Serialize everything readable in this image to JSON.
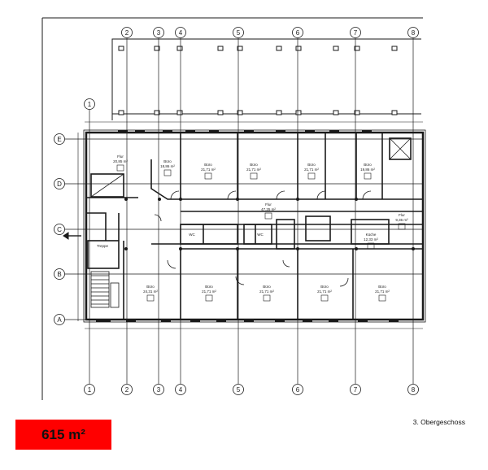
{
  "plan": {
    "column_axes": [
      "1",
      "2",
      "3",
      "4",
      "5",
      "6",
      "7",
      "8"
    ],
    "row_axes": [
      "E",
      "D",
      "C",
      "B",
      "A"
    ],
    "rooms": [
      {
        "id": "buero-top-1",
        "name": "Büro",
        "area": "18,86 m²"
      },
      {
        "id": "buero-top-2",
        "name": "Büro",
        "area": "21,71 m²"
      },
      {
        "id": "buero-top-3",
        "name": "Büro",
        "area": "21,71 m²"
      },
      {
        "id": "buero-top-4",
        "name": "Büro",
        "area": "21,71 m²"
      },
      {
        "id": "buero-top-5",
        "name": "Büro",
        "area": "19,86 m²"
      },
      {
        "id": "flur-left",
        "name": "Flur",
        "area": "20,85 m²"
      },
      {
        "id": "flur-center",
        "name": "Flur",
        "area": "47,25 m²"
      },
      {
        "id": "flur-right",
        "name": "Flur",
        "area": "9,36 m²"
      },
      {
        "id": "treppe",
        "name": "Treppe",
        "area": ""
      },
      {
        "id": "wc-1",
        "name": "WC",
        "area": ""
      },
      {
        "id": "wc-2",
        "name": "WC",
        "area": ""
      },
      {
        "id": "kueche",
        "name": "Küche",
        "area": "12,33 m²"
      },
      {
        "id": "buero-bottom-1",
        "name": "Büro",
        "area": "24,31 m²"
      },
      {
        "id": "buero-bottom-2",
        "name": "Büro",
        "area": "21,71 m²"
      },
      {
        "id": "buero-bottom-3",
        "name": "Büro",
        "area": "21,71 m²"
      },
      {
        "id": "buero-bottom-4",
        "name": "Büro",
        "area": "21,71 m²"
      },
      {
        "id": "buero-bottom-5",
        "name": "Büro",
        "area": "21,71 m²"
      }
    ]
  },
  "area_label": "615 m²",
  "floor_label": "3. Obergeschoss",
  "colors": {
    "line": "#1a1a1a",
    "badge": "#ff0000"
  }
}
